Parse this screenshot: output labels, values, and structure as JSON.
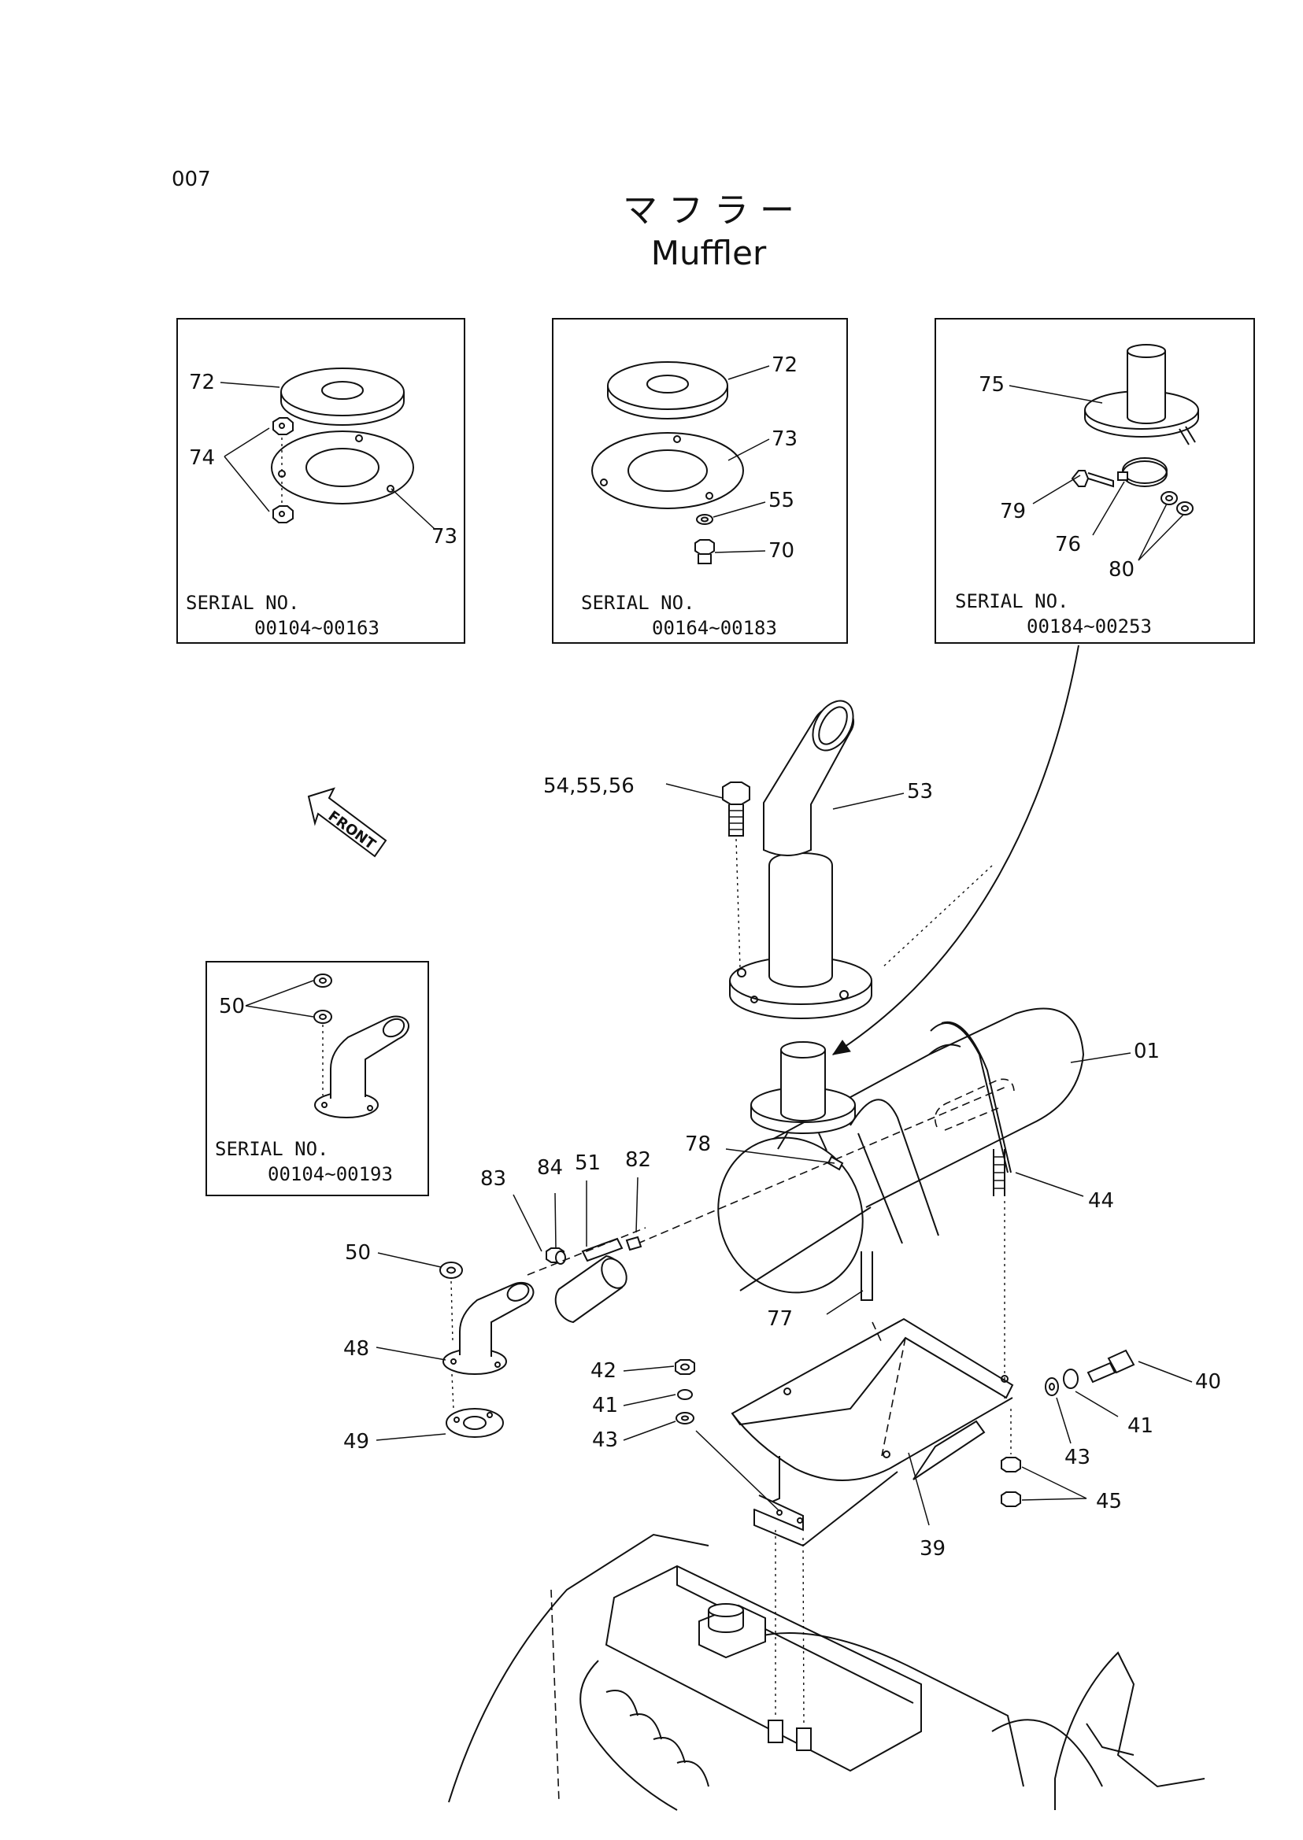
{
  "page": {
    "code": "007",
    "title_jp": "マ フ ラ ー",
    "title_en": "Muffler"
  },
  "insets": [
    {
      "serial_label": "SERIAL NO.",
      "serial_range": "00104~00163",
      "parts": [
        "72",
        "74",
        "73"
      ]
    },
    {
      "serial_label": "SERIAL NO.",
      "serial_range": "00164~00183",
      "parts": [
        "72",
        "73",
        "55",
        "70"
      ]
    },
    {
      "serial_label": "SERIAL NO.",
      "serial_range": "00184~00253",
      "parts": [
        "75",
        "79",
        "76",
        "80"
      ]
    },
    {
      "serial_label": "SERIAL NO.",
      "serial_range": "00104~00193",
      "parts": [
        "50"
      ]
    }
  ],
  "front_label": "FRONT",
  "labels": {
    "l54": "54,55,56",
    "l53": "53",
    "l01": "01",
    "l44": "44",
    "l78": "78",
    "l83": "83",
    "l84": "84",
    "l51": "51",
    "l82": "82",
    "l50": "50",
    "l48": "48",
    "l49": "49",
    "l77": "77",
    "l42": "42",
    "l41a": "41",
    "l43a": "43",
    "l40": "40",
    "l41b": "41",
    "l43b": "43",
    "l45": "45",
    "l39": "39"
  }
}
